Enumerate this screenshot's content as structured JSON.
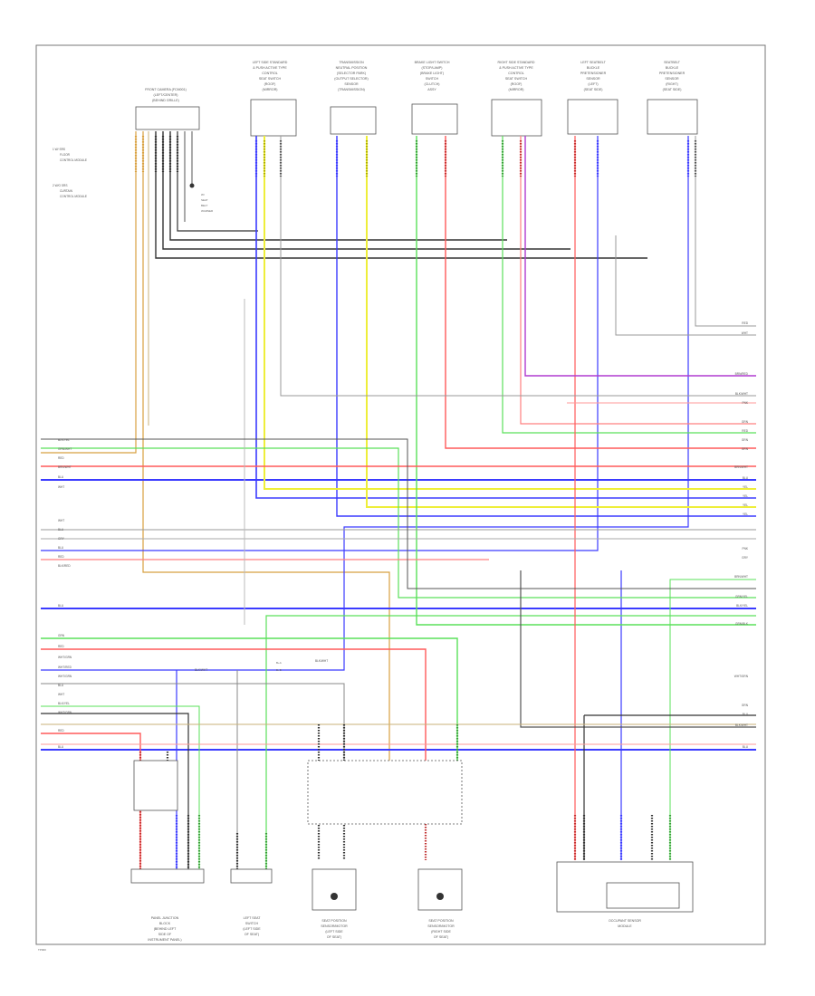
{
  "diagram": {
    "page_ref": "TP000",
    "top_components": [
      {
        "id": "front-camera-module",
        "lines": [
          "FRONT CAMERA (FCM001)",
          "(LEFT/CENTER)",
          "(BEHIND GRILLE)"
        ]
      },
      {
        "id": "left-door-sw-1",
        "lines": [
          "LEFT SIDE STANDARD",
          "& PUSH ACTIVE TYPE",
          "CONTROL",
          "SEAT SWITCH",
          "(ROOF)",
          "(MIRROR)"
        ]
      },
      {
        "id": "trans-position",
        "lines": [
          "TRANSMISSION",
          "NEUTRAL POSITION",
          "(SELECTOR PARK)",
          "(OUTPUT SELECTOR)",
          "SENSOR",
          "(TRANSMISSION)"
        ]
      },
      {
        "id": "brake-light-sw",
        "lines": [
          "BRAKE LIGHT SWITCH",
          "(STOP/LAMP)",
          "(BRAKE LIGHT)",
          "SWITCH",
          "(CLUTCH)",
          "ASSY"
        ]
      },
      {
        "id": "right-door-sw",
        "lines": [
          "RIGHT SIDE STANDARD",
          "& PUSH ACTIVE TYPE",
          "CONTROL",
          "SEAT SWITCH",
          "(ROOF)",
          "(MIRROR)"
        ]
      },
      {
        "id": "left-seatbelt",
        "lines": [
          "LEFT SEATBELT",
          "BUCKLE",
          "PRETENSIONER",
          "SENSOR",
          "(LEFT)",
          "(SEAT SIDE)"
        ]
      },
      {
        "id": "right-seatbelt",
        "lines": [
          "SEATBELT",
          "BUCKLE",
          "PRETENSIONER",
          "SENSOR",
          "(RIGHT)",
          "(SEAT SIDE)"
        ]
      }
    ],
    "notes": [
      {
        "id": "note-1",
        "lines": [
          "1  W/ SRS",
          "FLOOR",
          "CONTROL MODULE"
        ]
      },
      {
        "id": "note-2",
        "lines": [
          "2  W/O SRS",
          "CURTAIN",
          "CONTROL MODULE"
        ]
      }
    ],
    "splice_note": [
      "W/",
      "SEAT",
      "BELT",
      "WARNER"
    ],
    "left_labels_a": [
      "BLK/YEL",
      "GRN/WHT",
      "RED",
      "BRN/WHT",
      "BLU",
      "WHT"
    ],
    "left_labels_b": [
      "WHT",
      "BLU",
      "GRY",
      "BLU",
      "RED",
      "BLK/RED"
    ],
    "left_label_c": "BLU",
    "left_labels_d": [
      "GRN",
      "RED",
      "WHT/GRN",
      "WHT/RED",
      "WHT/GRN",
      "BLU",
      "WHT",
      "BLK/YEL",
      "WHT/GRN",
      "RED",
      "BLU"
    ],
    "right_labels": [
      "RED",
      "WHT",
      "BRN/RED",
      "BLK/WHT",
      "PNK",
      "GRN",
      "RED",
      "GRN",
      "GRN",
      "BRN/WHT",
      "BLU",
      "YEL",
      "YEL",
      "YEL",
      "YEL",
      "PNK",
      "GRY",
      "BRN/WHT",
      "GRN/YEL",
      "BLK/YEL",
      "GRN/BLK",
      "WHT/GRN",
      "GRN",
      "BLU",
      "BLK/WHT",
      "BLU"
    ],
    "mid_labels": [
      "BLK/WHT",
      "BLK/WHT"
    ],
    "splice_labels": [
      "B+A",
      "B+B"
    ],
    "bottom_components": [
      {
        "id": "panel-junction",
        "lines": [
          "PANEL JUNCTION",
          "BLOCK",
          "(BEHIND LEFT",
          "SIDE OF",
          "INSTRUMENT PANEL)"
        ]
      },
      {
        "id": "left-seat-switch",
        "lines": [
          "LEFT SEAT",
          "SWITCH",
          "(LEFT SIDE",
          "OF SEAT)"
        ]
      },
      {
        "id": "seat-position-left",
        "lines": [
          "SEAT POSITION",
          "SENSOR/MOTOR",
          "(LEFT SIDE",
          "OF SEAT)"
        ]
      },
      {
        "id": "seat-position-right",
        "lines": [
          "SEAT POSITION",
          "SENSOR/MOTOR",
          "(RIGHT SIDE",
          "OF SEAT)"
        ]
      },
      {
        "id": "occupant-sensor",
        "lines": [
          "OCCUPANT SENSOR",
          "MODULE"
        ]
      }
    ]
  },
  "colors": {
    "black": "#333333",
    "blue": "#3b3bff",
    "yellow": "#eeee3a",
    "green": "#5ae05a",
    "red": "#ff5a5a",
    "purple": "#b03cd0",
    "orange": "#d8a040",
    "gray": "#999999",
    "pink": "#ff9a9a",
    "tan": "#c9b27a"
  }
}
